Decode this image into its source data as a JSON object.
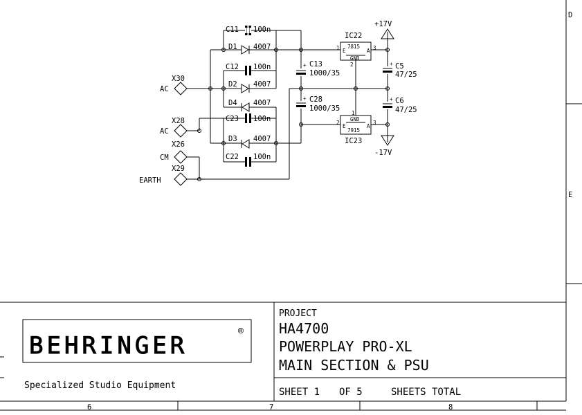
{
  "border": {
    "zones_right": [
      "D",
      "E"
    ],
    "zones_bottom": [
      "6",
      "7",
      "8"
    ]
  },
  "connectors": {
    "x30": {
      "ref": "X30",
      "label": "AC"
    },
    "x28": {
      "ref": "X28",
      "label": "AC"
    },
    "x26": {
      "ref": "X26",
      "label": "CM"
    },
    "x29": {
      "ref": "X29",
      "label": "EARTH"
    }
  },
  "components": {
    "c11": {
      "ref": "C11",
      "value": "100n"
    },
    "d1": {
      "ref": "D1",
      "value": "4007"
    },
    "c12": {
      "ref": "C12",
      "value": "100n"
    },
    "d2": {
      "ref": "D2",
      "value": "4007"
    },
    "d4": {
      "ref": "D4",
      "value": "4007"
    },
    "c23": {
      "ref": "C23",
      "value": "100n"
    },
    "d3": {
      "ref": "D3",
      "value": "4007"
    },
    "c22": {
      "ref": "C22",
      "value": "100n"
    },
    "c13": {
      "ref": "C13",
      "value": "1000/35"
    },
    "c28": {
      "ref": "C28",
      "value": "1000/35"
    },
    "c5": {
      "ref": "C5",
      "value": "47/25"
    },
    "c6": {
      "ref": "C6",
      "value": "47/25"
    },
    "ic22": {
      "ref": "IC22",
      "part": "7815",
      "gnd": "GND",
      "pin_e": "E",
      "pin_a": "A",
      "pin1": "1",
      "pin2": "2",
      "pin3": "3"
    },
    "ic23": {
      "ref": "IC23",
      "part": "7915",
      "gnd": "GND",
      "pin_e": "E",
      "pin_a": "A",
      "pin1": "1",
      "pin2": "2",
      "pin3": "3"
    },
    "plus_symbol": "+"
  },
  "rails": {
    "pos": "+17V",
    "neg": "-17V"
  },
  "title_block": {
    "logo": "BEHRINGER",
    "registered": "®",
    "tagline": "Specialized Studio Equipment",
    "project_label": "PROJECT",
    "project_code": "HA4700",
    "product": "POWERPLAY PRO-XL",
    "section": "MAIN SECTION & PSU",
    "sheet": "SHEET 1",
    "of": "OF 5",
    "sheets_total": "SHEETS TOTAL"
  }
}
